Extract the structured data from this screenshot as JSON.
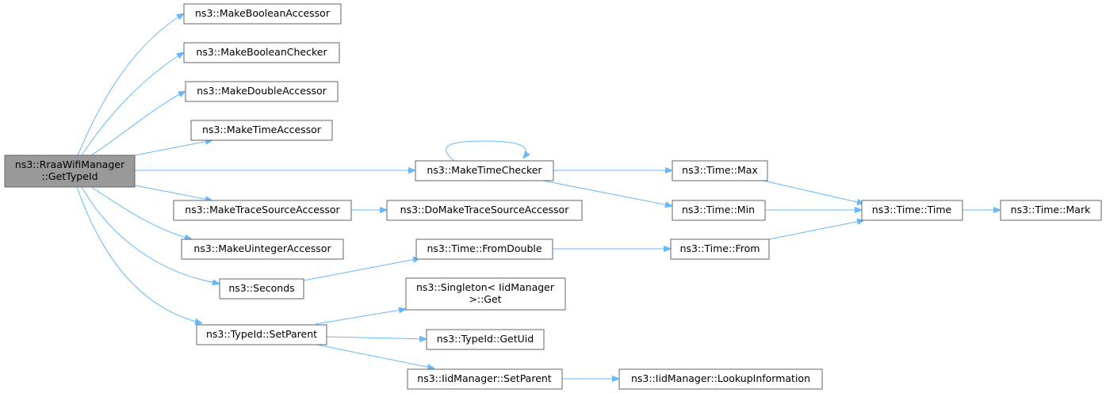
{
  "colors": {
    "edge": "#63b8ff",
    "node_border": "#666666",
    "root_fill": "#999999",
    "node_fill": "#ffffff"
  },
  "nodes": {
    "root": [
      "ns3::RraaWifiManager",
      "::GetTypeId"
    ],
    "make_boolean_accessor": [
      "ns3::MakeBooleanAccessor"
    ],
    "make_boolean_checker": [
      "ns3::MakeBooleanChecker"
    ],
    "make_double_accessor": [
      "ns3::MakeDoubleAccessor"
    ],
    "make_time_accessor": [
      "ns3::MakeTimeAccessor"
    ],
    "make_time_checker": [
      "ns3::MakeTimeChecker"
    ],
    "make_trace_source_accessor": [
      "ns3::MakeTraceSourceAccessor"
    ],
    "do_make_trace_source_accessor": [
      "ns3::DoMakeTraceSourceAccessor"
    ],
    "make_uinteger_accessor": [
      "ns3::MakeUintegerAccessor"
    ],
    "seconds": [
      "ns3::Seconds"
    ],
    "time_from_double": [
      "ns3::Time::FromDouble"
    ],
    "typeid_set_parent": [
      "ns3::TypeId::SetParent"
    ],
    "singleton_get": [
      "ns3::Singleton< IidManager",
      ">::Get"
    ],
    "typeid_get_uid": [
      "ns3::TypeId::GetUid"
    ],
    "iidmanager_set_parent": [
      "ns3::IidManager::SetParent"
    ],
    "iidmanager_lookup": [
      "ns3::IidManager::LookupInformation"
    ],
    "time_max": [
      "ns3::Time::Max"
    ],
    "time_min": [
      "ns3::Time::Min"
    ],
    "time_from": [
      "ns3::Time::From"
    ],
    "time_time": [
      "ns3::Time::Time"
    ],
    "time_mark": [
      "ns3::Time::Mark"
    ]
  },
  "edges": [
    [
      "root",
      "make_boolean_accessor"
    ],
    [
      "root",
      "make_boolean_checker"
    ],
    [
      "root",
      "make_double_accessor"
    ],
    [
      "root",
      "make_time_accessor"
    ],
    [
      "root",
      "make_time_checker"
    ],
    [
      "root",
      "make_trace_source_accessor"
    ],
    [
      "root",
      "make_uinteger_accessor"
    ],
    [
      "root",
      "seconds"
    ],
    [
      "root",
      "typeid_set_parent"
    ],
    [
      "make_time_checker",
      "make_time_checker"
    ],
    [
      "make_time_checker",
      "time_max"
    ],
    [
      "make_time_checker",
      "time_min"
    ],
    [
      "make_trace_source_accessor",
      "do_make_trace_source_accessor"
    ],
    [
      "seconds",
      "time_from_double"
    ],
    [
      "time_from_double",
      "time_from"
    ],
    [
      "time_max",
      "time_time"
    ],
    [
      "time_min",
      "time_time"
    ],
    [
      "time_from",
      "time_time"
    ],
    [
      "time_time",
      "time_mark"
    ],
    [
      "typeid_set_parent",
      "singleton_get"
    ],
    [
      "typeid_set_parent",
      "typeid_get_uid"
    ],
    [
      "typeid_set_parent",
      "iidmanager_set_parent"
    ],
    [
      "iidmanager_set_parent",
      "iidmanager_lookup"
    ]
  ]
}
